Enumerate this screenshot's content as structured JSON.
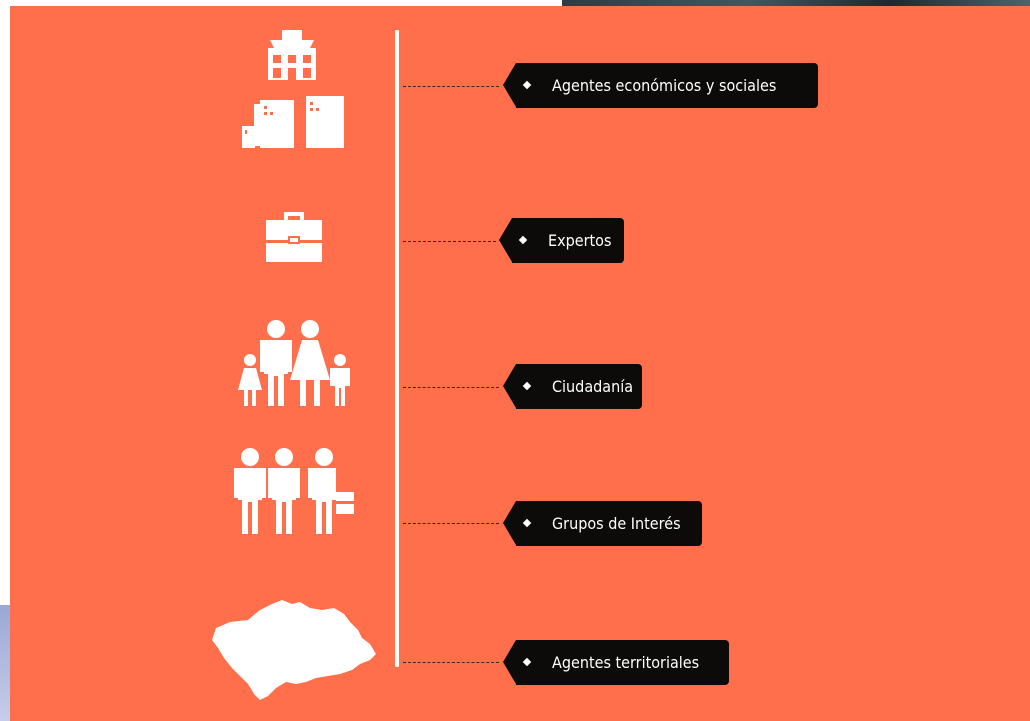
{
  "colors": {
    "panel": "#ff6f4b",
    "tag_background": "#0d0b0a",
    "tag_text": "#ffffff",
    "icon_fill": "#ffffff"
  },
  "stakeholders": [
    {
      "label": "Agentes económicos y sociales",
      "icon": "buildings-icon"
    },
    {
      "label": "Expertos",
      "icon": "briefcase-icon"
    },
    {
      "label": "Ciudadanía",
      "icon": "family-icon"
    },
    {
      "label": "Grupos de Interés",
      "icon": "business-people-icon"
    },
    {
      "label": "Agentes territoriales",
      "icon": "andalusia-map-icon"
    }
  ]
}
